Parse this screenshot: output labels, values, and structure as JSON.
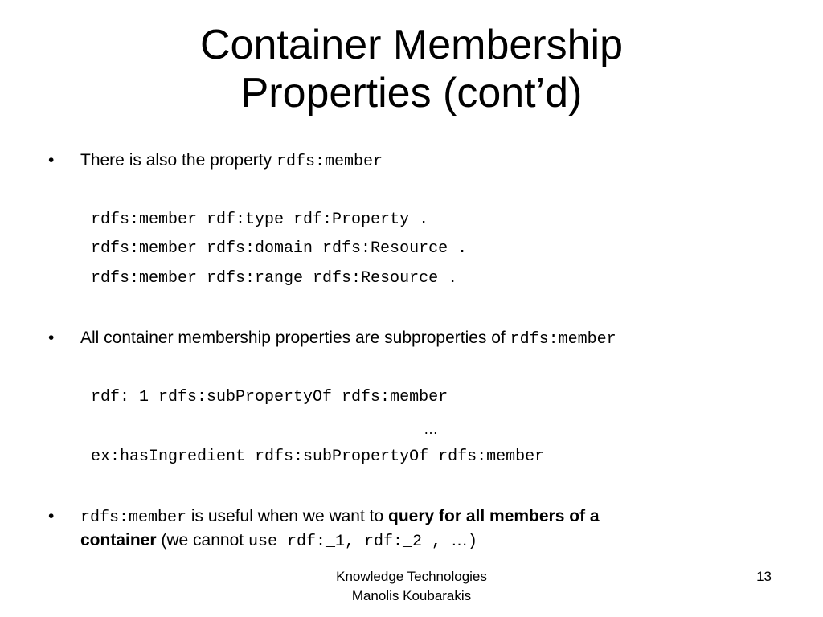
{
  "title": {
    "line1": "Container Membership",
    "line2": "Properties (cont’d)"
  },
  "bullet_symbol": "•",
  "bullet1": {
    "text": "There is also the property ",
    "code": "rdfs:member"
  },
  "code_block1": [
    "rdfs:member rdf:type rdf:Property .",
    "rdfs:member rdfs:domain rdfs:Resource .",
    "rdfs:member rdfs:range rdfs:Resource ."
  ],
  "bullet2": {
    "text": "All container membership properties are subproperties of ",
    "code": "rdfs:member"
  },
  "code_block2": {
    "line1": "rdf:_1 rdfs:subPropertyOf rdfs:member",
    "ellipsis": "…",
    "line2": "ex:hasIngredient rdfs:subPropertyOf rdfs:member"
  },
  "bullet3": {
    "code_start": "rdfs:member",
    "text1": " is useful when we want to ",
    "bold1": "query for all members of a",
    "bold2": "container",
    "text2": " (we cannot ",
    "code_end": "use rdf:_1, rdf:_2 , ",
    "ellipsis": "…",
    "close": ")"
  },
  "footer": {
    "line1": "Knowledge Technologies",
    "line2": "Manolis Koubarakis"
  },
  "page_number": "13"
}
